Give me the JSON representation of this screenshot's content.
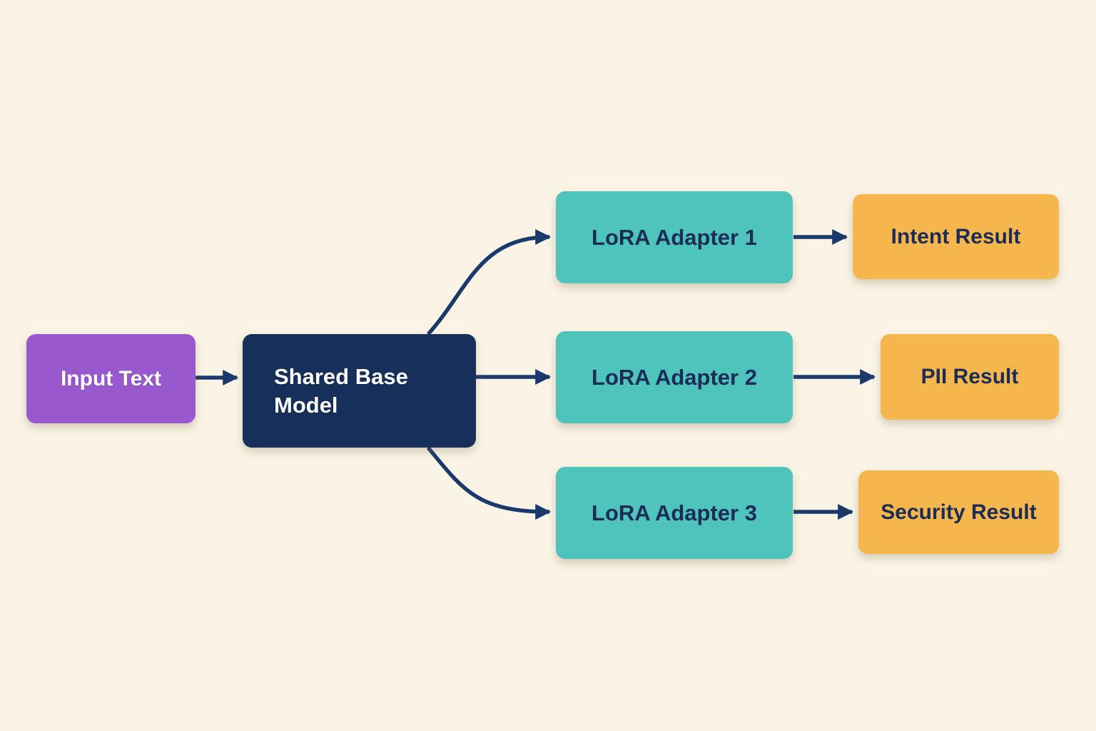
{
  "diagram": {
    "description": "Flow diagram: one input feeds a shared base model which fans out to three LoRA adapters, each producing a distinct result.",
    "colors": {
      "background": "#FAF4E6",
      "node_input": "#9959CE",
      "node_base": "#16305B",
      "node_adapter": "#4EC4BC",
      "node_result": "#F6B64E",
      "edge": "#1B3A6B",
      "text_dark": "#1B2D56",
      "text_light": "#FFFFFF"
    },
    "nodes": {
      "input": {
        "label": "Input Text"
      },
      "base": {
        "label": "Shared Base Model"
      },
      "adapter1": {
        "label": "LoRA Adapter 1"
      },
      "adapter2": {
        "label": "LoRA Adapter 2"
      },
      "adapter3": {
        "label": "LoRA Adapter 3"
      },
      "result1": {
        "label": "Intent Result"
      },
      "result2": {
        "label": "PII Result"
      },
      "result3": {
        "label": "Security Result"
      }
    },
    "edges": [
      {
        "from": "input",
        "to": "base"
      },
      {
        "from": "base",
        "to": "adapter1"
      },
      {
        "from": "base",
        "to": "adapter2"
      },
      {
        "from": "base",
        "to": "adapter3"
      },
      {
        "from": "adapter1",
        "to": "result1"
      },
      {
        "from": "adapter2",
        "to": "result2"
      },
      {
        "from": "adapter3",
        "to": "result3"
      }
    ]
  }
}
